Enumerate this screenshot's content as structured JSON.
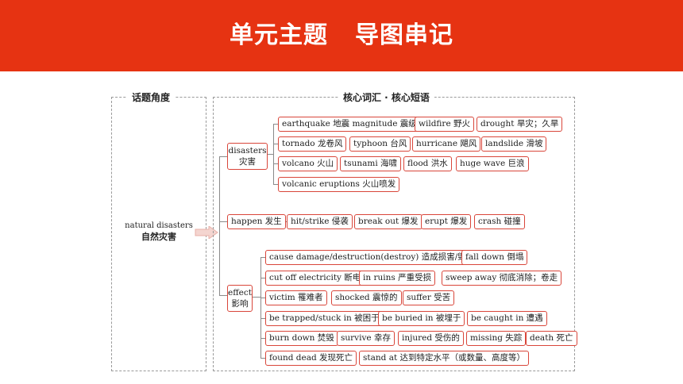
{
  "header": {
    "title_part1": "单元主题",
    "title_part2": "导图串记"
  },
  "left_panel": {
    "label": "话题角度",
    "topic_en": "natural disasters",
    "topic_cn": "自然灾害"
  },
  "right_panel": {
    "label": "核心词汇 · 核心短语"
  },
  "categories": {
    "disasters": {
      "en": "disasters",
      "cn": "灾害"
    },
    "happen": {
      "label": "happen 发生"
    },
    "effect": {
      "en": "effect",
      "cn": "影响"
    }
  },
  "terms": {
    "disasters": [
      [
        "earthquake 地震 magnitude 震级",
        "wildfire 野火",
        "drought 旱灾；久旱"
      ],
      [
        "tornado 龙卷风",
        "typhoon 台风",
        "hurricane 飓风",
        "landslide 滑坡"
      ],
      [
        "volcano 火山",
        "tsunami 海啸",
        "flood 洪水",
        "huge wave 巨浪"
      ],
      [
        "volcanic eruptions 火山喷发"
      ]
    ],
    "happen": [
      "hit/strike 侵袭",
      "break out 爆发",
      "erupt 爆发",
      "crash 碰撞"
    ],
    "effect": [
      [
        "cause damage/destruction(destroy) 造成损害/毁灭",
        "fall down 倒塌"
      ],
      [
        "cut off electricity 断电",
        "in ruins 严重受损",
        "sweep away 彻底消除；卷走"
      ],
      [
        "victim 罹难者",
        "shocked 震惊的",
        "suffer 受苦"
      ],
      [
        "be trapped/stuck in 被困于",
        "be buried in 被埋于",
        "be caught in 遭遇"
      ],
      [
        "burn down 焚毁",
        "survive 幸存",
        "injured 受伤的",
        "missing 失踪",
        "death 死亡"
      ],
      [
        "found dead 发现死亡",
        "stand at 达到特定水平（或数量、高度等）"
      ]
    ]
  }
}
